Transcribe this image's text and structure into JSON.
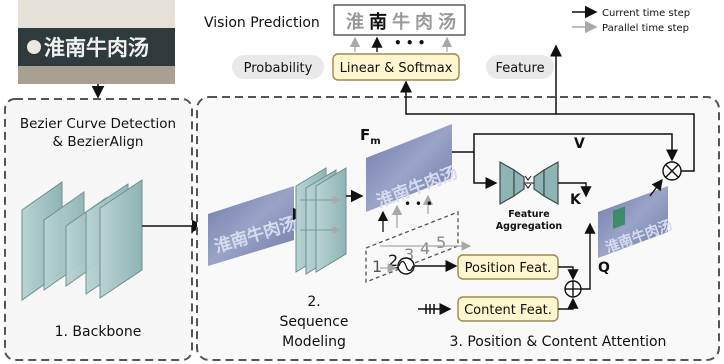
{
  "header": {
    "vision_prediction_label": "Vision Prediction",
    "prediction_chars": [
      "淮",
      "南",
      "牛",
      "肉",
      "汤"
    ],
    "dots": "• • •"
  },
  "legend": {
    "current": "Current time step",
    "parallel": "Parallel time step",
    "current_color": "#111111",
    "parallel_color": "#a8a8a8"
  },
  "top_row": {
    "probability": "Probability",
    "linear_softmax": "Linear & Softmax",
    "feature": "Feature"
  },
  "stage1": {
    "detect_line1": "Bezier Curve Detection",
    "detect_line2": "& BezierAlign",
    "title": "1. Backbone",
    "sign_text": "淮南牛肉汤"
  },
  "stage2": {
    "line1": "2.",
    "line2": "Sequence",
    "line3": "Modeling"
  },
  "stage3": {
    "title": "3. Position & Content Attention",
    "fm": "F",
    "fm_sub": "m",
    "v": "V",
    "k": "K",
    "q": "Q",
    "feature_aggregation_1": "Feature",
    "feature_aggregation_2": "Aggregation",
    "position_feat": "Position Feat.",
    "content_feat": "Content Feat.",
    "positions": [
      "1",
      "2",
      "3",
      "4",
      "5"
    ]
  },
  "colors": {
    "yellow_box": "#fff6cf",
    "yellow_border": "#c9b46a",
    "gray_pill": "#e9e9e9",
    "text_strip": "#8a95bd",
    "plate": "#9fc2c2"
  }
}
